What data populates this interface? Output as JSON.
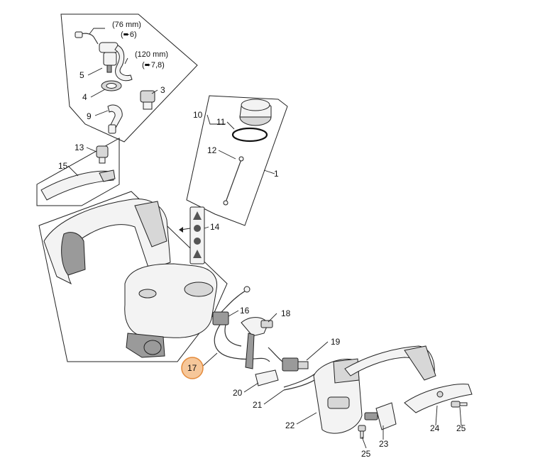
{
  "diagram": {
    "labels": {
      "p1": "1",
      "p3": "3",
      "p4": "4",
      "p5": "5",
      "p9": "9",
      "p10": "10",
      "p11": "11",
      "p12": "12",
      "p13": "13",
      "p14": "14",
      "p15": "15",
      "p16": "16",
      "p17": "17",
      "p18": "18",
      "p19": "19",
      "p20": "20",
      "p21": "21",
      "p22": "22",
      "p23": "23",
      "p24": "24",
      "p25a": "25",
      "p25b": "25"
    },
    "notes": {
      "hose_short_len": "(76 mm)",
      "hose_short_ref": "(➨6)",
      "hose_long_len": "(120 mm)",
      "hose_long_ref": "(➨7,8)"
    },
    "highlight": {
      "label": "17",
      "fill": "#f6c79a",
      "stroke": "#e48a3a"
    }
  }
}
